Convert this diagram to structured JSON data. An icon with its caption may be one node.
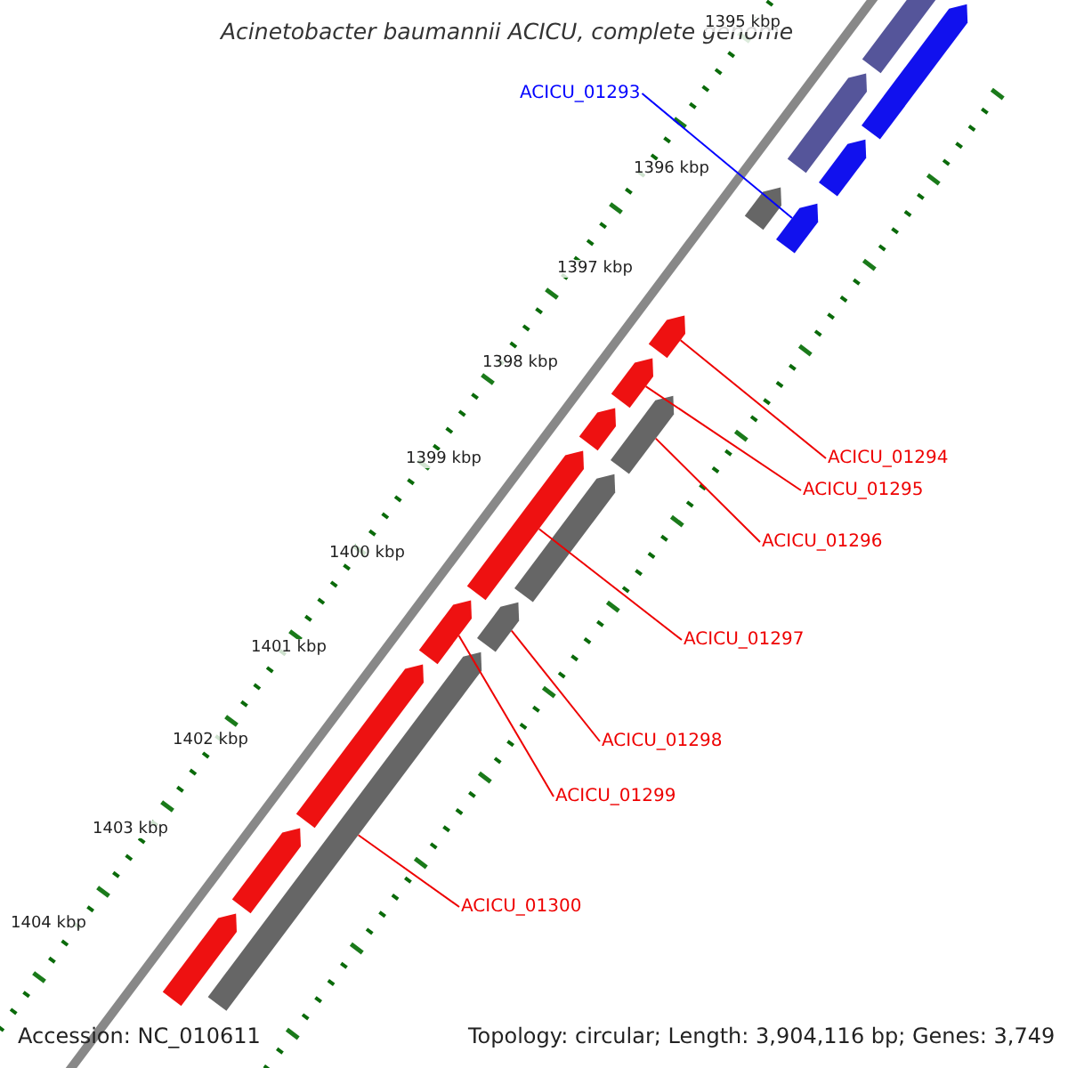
{
  "diagram": {
    "title": "Acinetobacter baumannii ACICU, complete genome",
    "nodes": [
      {
        "text": [
          "ACICU_01293"
        ]
      },
      {
        "text": [
          "ACICU_01294"
        ]
      },
      {
        "text": [
          "ACICU_01295"
        ]
      },
      {
        "text": [
          "ACICU_01296"
        ]
      },
      {
        "text": [
          "ACICU_01297"
        ]
      },
      {
        "text": [
          "ACICU_01298"
        ]
      },
      {
        "text": [
          "ACICU_01299"
        ]
      },
      {
        "text": [
          "ACICU_01300"
        ]
      },
      {
        "text": [],
        "shape": "arrow"
      },
      {
        "text": [],
        "shape": "arrow"
      },
      {
        "text": [],
        "shape": "arrow"
      },
      {
        "text": [],
        "shape": "arrow"
      },
      {
        "text": [],
        "shape": "arrow"
      },
      {
        "text": [],
        "shape": "arrow"
      },
      {
        "text": [],
        "shape": "arrow"
      },
      {
        "text": [],
        "shape": "arrow"
      },
      {
        "text": [],
        "shape": "arrow"
      },
      {
        "text": [],
        "shape": "arrow"
      },
      {
        "text": [],
        "shape": "arrow"
      },
      {
        "text": [],
        "shape": "arrow"
      },
      {
        "text": [],
        "shape": "arrow"
      },
      {
        "text": [],
        "shape": "arrow"
      },
      {
        "text": [],
        "shape": "arrow"
      },
      {
        "text": [],
        "shape": "arrow"
      },
      {
        "text": [],
        "shape": "arrow"
      },
      {
        "text": [],
        "shape": "arrow"
      }
    ],
    "edges": [
      {
        "from": 0,
        "to": 12,
        "arrow": "none",
        "color": "#0000ff"
      },
      {
        "from": 1,
        "to": 14,
        "arrow": "none"
      },
      {
        "from": 2,
        "to": 15,
        "arrow": "none"
      },
      {
        "from": 3,
        "to": 16,
        "arrow": "none"
      },
      {
        "from": 4,
        "to": 18,
        "arrow": "none"
      },
      {
        "from": 5,
        "to": 20,
        "arrow": "none"
      },
      {
        "from": 6,
        "to": 21,
        "arrow": "none"
      },
      {
        "from": 7,
        "to": 22,
        "arrow": "none"
      }
    ],
    "labels": [
      "1395 kbp",
      "1396 kbp",
      "1397 kbp",
      "1398 kbp",
      "1399 kbp",
      "1400 kbp",
      "1401 kbp",
      "1402 kbp",
      "1403 kbp",
      "1404 kbp",
      "Accession: NC_010611",
      "Topology: circular; Length: 3,904,116 bp; Genes: 3,749"
    ]
  }
}
